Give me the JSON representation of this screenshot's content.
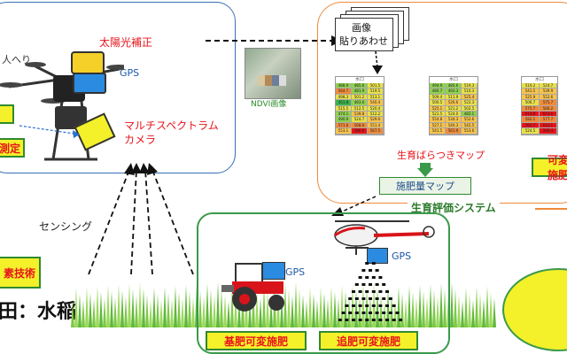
{
  "drone_panel": {
    "top_left_text": "人へり",
    "solar_label": "太陽光補正",
    "gps_label": "GPS",
    "camera_label_line1": "マルチスペクトラム",
    "camera_label_line2": "カメラ",
    "cut_label": "測定"
  },
  "ndvi": {
    "caption": "NDVI画像"
  },
  "orange_panel": {
    "paste_label_line1": "画像",
    "paste_label_line2": "貼りあわせ",
    "variation_map_label": "生育ばらつきマップ",
    "fertilizer_map_label": "施肥量マップ",
    "system_label": "生育評価システム",
    "variable_label_cut": "可変施肥"
  },
  "sensing_label": "センシング",
  "left_box_label": "素技術",
  "field_label": "田：水稲",
  "green_panel": {
    "tractor_gps": "GPS",
    "heli_gps": "GPS",
    "base_label": "基肥可変施肥",
    "top_label": "追肥可変施肥"
  },
  "tables": [
    {
      "header": "水口",
      "cells": [
        [
          "488.9",
          "485.6",
          "501.5"
        ],
        [
          "564.7",
          "481.9",
          "519.5"
        ],
        [
          "498.3",
          "501.2",
          "513.1"
        ],
        [
          "451.8",
          "483.6",
          "540.4"
        ],
        [
          "515.5",
          "512.5",
          "520.4"
        ],
        [
          "474.1",
          "539.8",
          "512.2"
        ],
        [
          "490.9",
          "524.7",
          "529.6"
        ],
        [
          "571.6",
          "568.0",
          "551.4"
        ],
        [
          "553.1",
          "586.9",
          "567.5"
        ]
      ]
    },
    {
      "header": "水口",
      "cells": [
        [
          "494.9",
          "485.6",
          "519.3"
        ],
        [
          "480.7",
          "493.3",
          "510.3"
        ],
        [
          "509.4",
          "511.9",
          "525.4"
        ],
        [
          "500.5",
          "526.6",
          "522.3"
        ],
        [
          "525.1",
          "521.2",
          "502.5"
        ],
        [
          "521.5",
          "524.0",
          "482.1"
        ],
        [
          "554.8",
          "534.3",
          "552.6"
        ],
        [
          "527.1",
          "540.3",
          "542.5"
        ],
        [
          "541.5",
          "561.9",
          "553.6"
        ]
      ]
    },
    {
      "header": "水口",
      "cells": [
        [
          "510.2",
          "524.7"
        ],
        [
          "541.5",
          "539.9"
        ],
        [
          "525.9",
          "552.6"
        ],
        [
          "506.7",
          "575.7"
        ],
        [
          "575.7",
          "566.2"
        ],
        [
          "613.8",
          "613.6"
        ],
        [
          "582.1",
          "577.7"
        ],
        [
          "592.7",
          "612.1"
        ],
        [
          "524.5",
          "589.4"
        ]
      ]
    }
  ],
  "colors": {
    "accent_red": "#e8141a",
    "panel_blue": "#3a6fb8",
    "panel_orange": "#ee8a3a",
    "panel_green": "#3a9a4a",
    "label_yellow": "#f4f02a"
  }
}
